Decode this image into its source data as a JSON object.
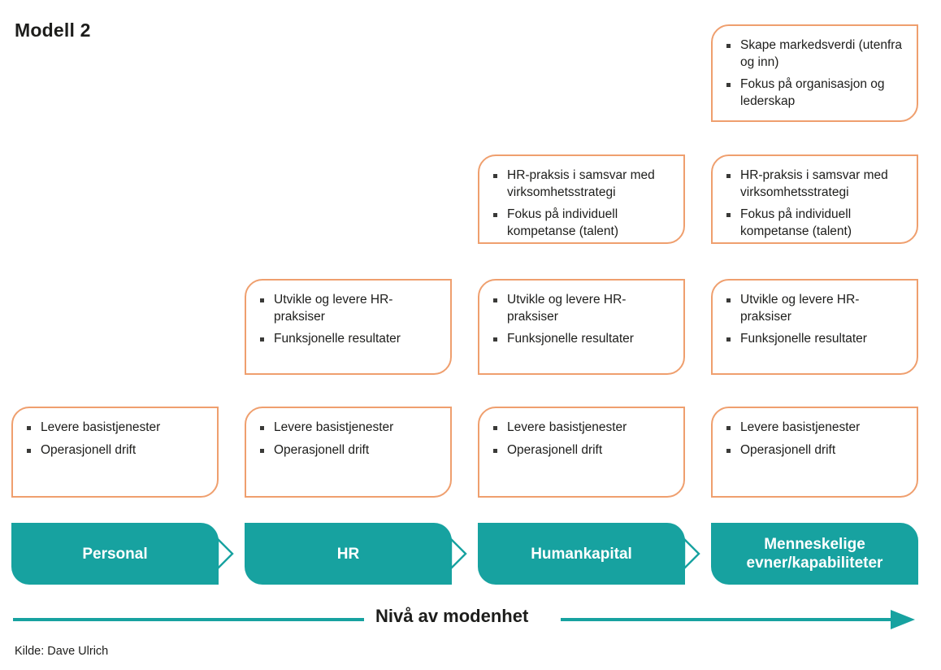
{
  "title": "Modell 2",
  "colors": {
    "card_border": "#ef9f6e",
    "stage_fill": "#17a2a0",
    "accent_teal": "#17a2a0",
    "text": "#1d1d1b",
    "background": "#ffffff"
  },
  "matrix": {
    "columns": [
      "Personal",
      "HR",
      "Humankapital",
      "Menneskelige evner/kapabiliteter"
    ],
    "rows": [
      {
        "id": "row-top",
        "cells": [
          {
            "column": 4,
            "bullets": [
              "Skape markedsverdi (utenfra og inn)",
              "Fokus på organisasjon og lederskap"
            ]
          }
        ]
      },
      {
        "id": "row-second",
        "cells": [
          {
            "column": 3,
            "bullets": [
              "HR-praksis i samsvar med virksomhetsstrategi",
              "Fokus på individuell kompetanse (talent)"
            ]
          },
          {
            "column": 4,
            "bullets": [
              "HR-praksis i samsvar med virksomhetsstrategi",
              "Fokus på individuell kompetanse (talent)"
            ]
          }
        ]
      },
      {
        "id": "row-third",
        "cells": [
          {
            "column": 2,
            "bullets": [
              "Utvikle og levere HR-praksiser",
              "Funksjonelle resultater"
            ]
          },
          {
            "column": 3,
            "bullets": [
              "Utvikle og levere HR-praksiser",
              "Funksjonelle resultater"
            ]
          },
          {
            "column": 4,
            "bullets": [
              "Utvikle og levere HR-praksiser",
              "Funksjonelle resultater"
            ]
          }
        ]
      },
      {
        "id": "row-bottom",
        "cells": [
          {
            "column": 1,
            "bullets": [
              "Levere basistjenester",
              "Operasjonell drift"
            ]
          },
          {
            "column": 2,
            "bullets": [
              "Levere basistjenester",
              "Operasjonell drift"
            ]
          },
          {
            "column": 3,
            "bullets": [
              "Levere basistjenester",
              "Operasjonell drift"
            ]
          },
          {
            "column": 4,
            "bullets": [
              "Levere basistjenester",
              "Operasjonell drift"
            ]
          }
        ]
      }
    ]
  },
  "cards": {
    "r1c4": {
      "b1": "Skape markedsverdi",
      "b1b": "(utenfra og inn)",
      "b2": "Fokus på organisasjon",
      "b2b": "og lederskap"
    },
    "r2c3": {
      "b1": "HR-praksis i samsvar",
      "b1b": "med virksomhetsstrategi",
      "b2": "Fokus på individuell",
      "b2b": "kompetanse (talent)"
    },
    "r2c4": {
      "b1": "HR-praksis i samsvar",
      "b1b": "med virksomhetsstrategi",
      "b2": "Fokus på individuell",
      "b2b": "kompetanse (talent)"
    },
    "r3c2": {
      "b1": "Utvikle og levere",
      "b1b": "HR-praksiser",
      "b2": "Funksjonelle",
      "b2b": "resultater"
    },
    "r3c3": {
      "b1": "Utvikle og levere",
      "b1b": "HR-praksiser",
      "b2": "Funksjonelle",
      "b2b": "resultater"
    },
    "r3c4": {
      "b1": "Utvikle og levere",
      "b1b": "HR-praksiser",
      "b2": "Funksjonelle",
      "b2b": "resultater"
    },
    "r4c1": {
      "b1": "Levere basistjenester",
      "b2": "Operasjonell drift"
    },
    "r4c2": {
      "b1": "Levere basistjenester",
      "b2": "Operasjonell drift"
    },
    "r4c3": {
      "b1": "Levere basistjenester",
      "b2": "Operasjonell drift"
    },
    "r4c4": {
      "b1": "Levere basistjenester",
      "b2": "Operasjonell drift"
    }
  },
  "stages": {
    "s1": "Personal",
    "s2": "HR",
    "s3": "Humankapital",
    "s4": "Menneskelige\nevner/kapabiliteter"
  },
  "maturity_axis": {
    "label": "Nivå av modenhet",
    "direction": "left-to-right"
  },
  "source": "Kilde: Dave Ulrich"
}
